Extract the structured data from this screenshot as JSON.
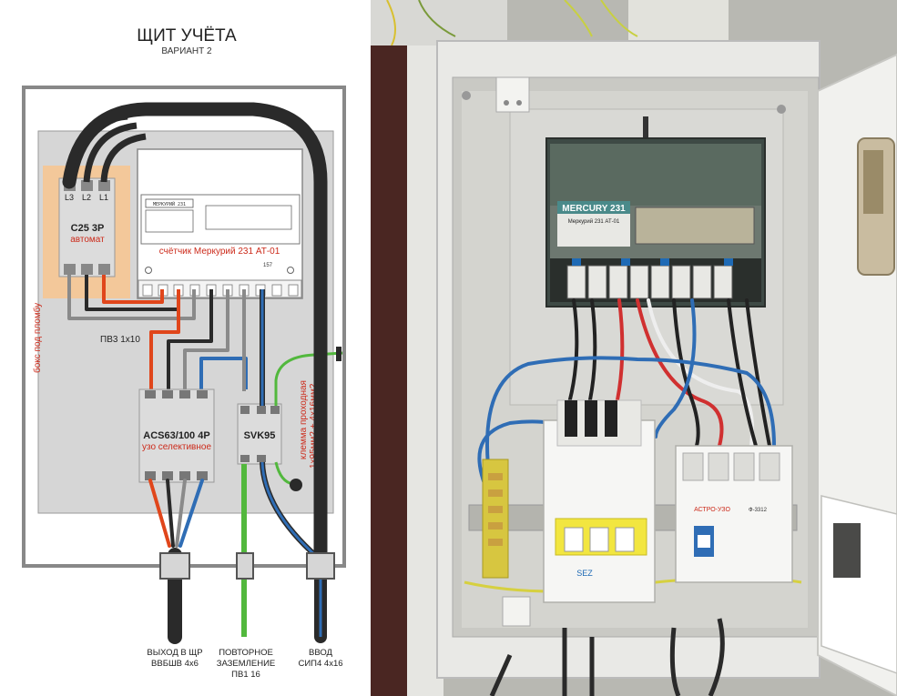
{
  "title": "ЩИТ УЧЁТА",
  "subtitle": "ВАРИАНТ 2",
  "breaker": {
    "terminals": [
      "L3",
      "L2",
      "L1"
    ],
    "model": "C25 3P",
    "type": "автомат"
  },
  "seal_box_label": "бокс под пломбу",
  "meter": {
    "brand_plate": "МЕРКУРИЙ 231",
    "caption": "счётчик Меркурий 231 АТ-01",
    "small_mark": "157"
  },
  "wire_label": "ПВ3 1х10",
  "rcd": {
    "model": "ACS63/100 4P",
    "type": "узо селективное"
  },
  "terminal_block": {
    "model": "SVK95",
    "caption_line1": "клемма проходная",
    "caption_line2": "1х95мм2 + 4х16мм2"
  },
  "outputs": [
    {
      "line1": "ВЫХОД В ЩР",
      "line2": "ВВБШВ 4х6"
    },
    {
      "line1": "ПОВТОРНОЕ",
      "line2": "ЗАЗЕМЛЕНИЕ",
      "line3": "ПВ1 16"
    },
    {
      "line1": "ВВОД",
      "line2": "СИП4 4х16"
    }
  ],
  "photo": {
    "meter_brand": "MERCURY 231",
    "meter_model": "Меркурий 231 АТ-01",
    "rcd_brand": "АСТРО-УЗО",
    "rcd_model": "Ф-3312",
    "breaker_brand": "SEZ"
  },
  "colors": {
    "cable_black": "#2a2a2a",
    "wire_orange": "#e0461b",
    "wire_blue": "#2f6db5",
    "wire_gray": "#8a8a8a",
    "wire_green": "#52b83d",
    "accent_red": "#cc2a1a",
    "seal_box": "#f3c89a"
  }
}
